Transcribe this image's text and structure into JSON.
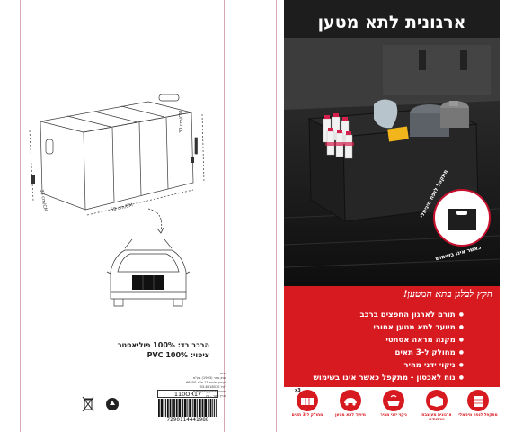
{
  "left_panel": {
    "dimensions": {
      "height": "30 cm/CM",
      "length": "58 cm/CM",
      "depth": "35 cm/CM"
    },
    "material": {
      "line1": "הרכב בד: 100% פוליאסטר",
      "line2": "ציפוי: 100% PVC"
    },
    "importer": {
      "line1": "יבוא",
      "line2": "סוזן סחר (1993) בע\"מ",
      "line3": "קיבוץ גלויות 13 ת\"א 66550",
      "line4": "03-6818070 טל'",
      "line5": "eztrade@gmail.com",
      "line6": "ארץ ייצור - סין"
    },
    "sku": "110OR17",
    "barcode": "7290114441988"
  },
  "right_panel": {
    "title": "ארגונית לתא מטען",
    "circle_top": "מתקפל לנפח מינימלי",
    "circle_bottom": "כאשר אינו בשימוש",
    "slogan": "הקץ לבלגן בתא המטען!",
    "features": [
      "תורם לארגון החפצים ברכב",
      "מיועד לתא מטען אחורי",
      "מקנה מראה אסתטי",
      "מחולק ל-3 תאים",
      "ניקוי ידני מהיר",
      "נוח לאכסון - מתקפל כאשר אינו בשימוש"
    ],
    "icons": [
      {
        "name": "three-compartments-icon",
        "label": "מחולק ל-3 תאים"
      },
      {
        "name": "car-trunk-icon",
        "label": "מיועד לתא מטען"
      },
      {
        "name": "hand-wash-icon",
        "label": "ניקוי ידני מהיר"
      },
      {
        "name": "box-organizer-icon",
        "label": "ארגונית מעוצבת ואיכותית"
      },
      {
        "name": "fold-storage-icon",
        "label": "מתקפל לנפח מינימלי"
      }
    ],
    "badge": "x3"
  },
  "colors": {
    "brand_red": "#d71920",
    "dark_bg": "#1d1d1d",
    "guide_pink": "#d8a6b0"
  }
}
